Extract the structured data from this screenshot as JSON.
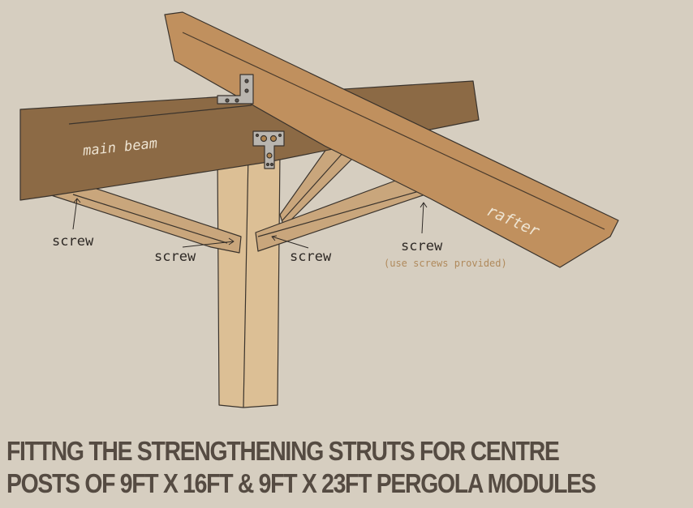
{
  "labels": {
    "main_beam": "main beam",
    "rafter": "rafter",
    "screw_left": "screw",
    "screw_center_left": "screw",
    "screw_center_right": "screw",
    "screw_right": "screw",
    "screw_note": "(use screws provided)"
  },
  "title": {
    "line1": "FITTNG THE STRENGTHENING STRUTS FOR CENTRE",
    "line2": "POSTS OF 9FT X 16FT & 9FT X 23FT PERGOLA MODULES"
  },
  "colors": {
    "background": "#d6cec0",
    "beam": "#8c6a45",
    "rafter": "#c0905e",
    "post": "#dcbf95",
    "strut": "#c9a67c",
    "title": "#554b42",
    "note": "#b08a5c"
  }
}
